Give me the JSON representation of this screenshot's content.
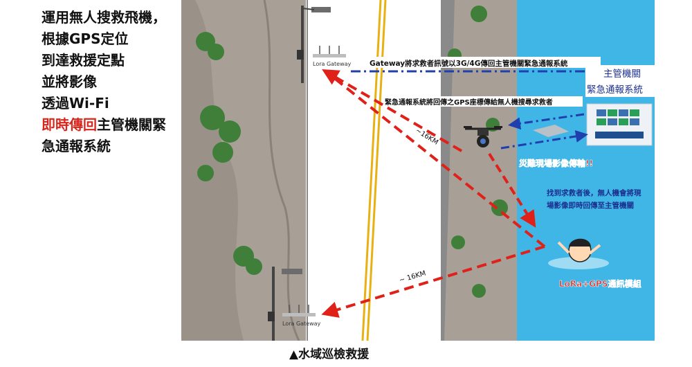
{
  "left_text": {
    "line1": "運用無人搜救飛機，",
    "line2": "根據GPS定位",
    "line3": "到達救援定點",
    "line4": "並將影像",
    "line5": "透過Wi-Fi",
    "line6_red": "即時傳回",
    "line6_rest": "主管機關緊",
    "line7": "急通報系統"
  },
  "diagram": {
    "gateway_top_label": "Lora Gateway",
    "gateway_bottom_label": "Lora Gateway",
    "arrow_gateway_label": "Gateway將求救者訊號以3G/4G傳回主管機關緊急通報系統",
    "agency_line1": "主管機關",
    "agency_line2": "緊急通報系統",
    "gps_msg": "緊急通報系統將回傳之GPS座標傳給無人機搜尋求救者",
    "dist_top": "~16KM",
    "dist_bottom": "~ 16KM",
    "disaster_label": "災難現場影像傳輸!!",
    "found_line1": "找到求救者後，無人機會將現",
    "found_line2": "場影像即時回傳至主管機關",
    "lora_gps": "LoRa+GPS通訊模組"
  },
  "caption": "▲水域巡檢救援",
  "colors": {
    "river": "#3fb6e6",
    "rock": "#a89f96",
    "road": "#ffffff",
    "red_arrow": "#e0211a",
    "blue_arrow": "#1f3fae",
    "red_text": "#d9261c"
  }
}
